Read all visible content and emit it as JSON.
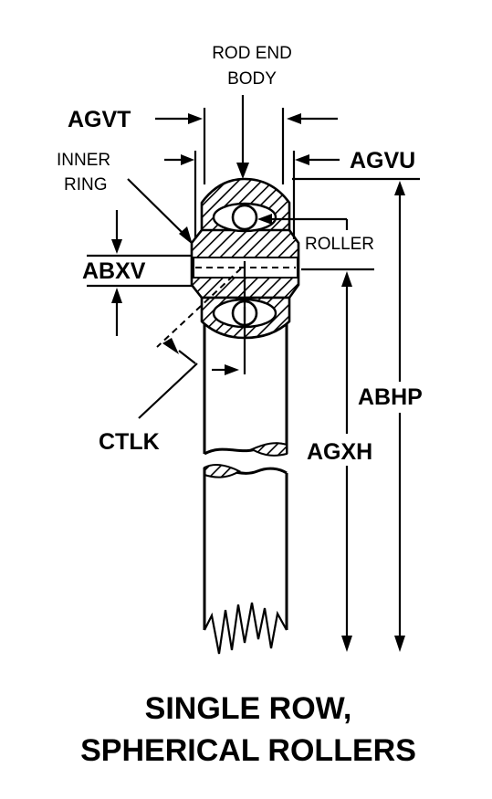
{
  "labels": {
    "rod_end_body_line1": "ROD END",
    "rod_end_body_line2": "BODY",
    "agvt": "AGVT",
    "inner_ring_line1": "INNER",
    "inner_ring_line2": "RING",
    "agvu": "AGVU",
    "roller": "ROLLER",
    "abxv": "ABXV",
    "abhp": "ABHP",
    "ctlk": "CTLK",
    "agxh": "AGXH"
  },
  "title": {
    "line1": "SINGLE ROW,",
    "line2": "SPHERICAL ROLLERS"
  }
}
